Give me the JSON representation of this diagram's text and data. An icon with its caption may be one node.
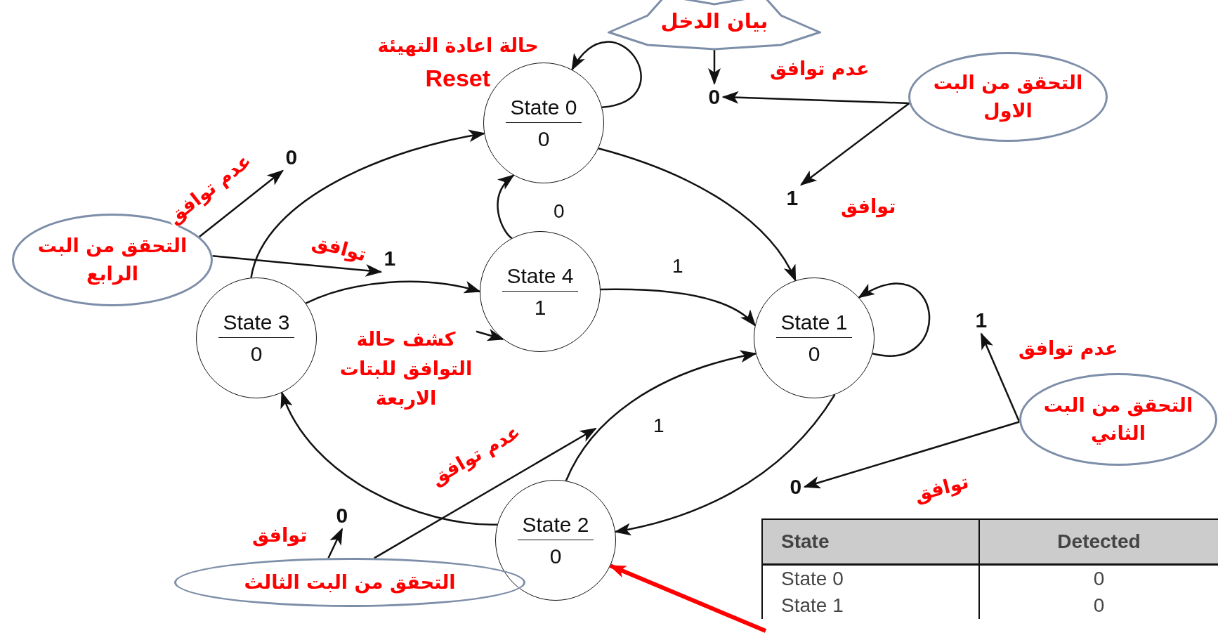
{
  "diagram": {
    "nodes": [
      {
        "text": [
          "بيان الدخل"
        ]
      },
      {
        "text": [
          "State 0",
          "0"
        ],
        "beside": [
          "حالة اعادة التهيئة",
          "Reset"
        ]
      },
      {
        "text": [
          "State 4",
          "1"
        ]
      },
      {
        "text": [
          "State 3",
          "0"
        ]
      },
      {
        "text": [
          "State 1",
          "0"
        ]
      },
      {
        "text": [
          "State 2",
          "0"
        ]
      },
      {
        "text": [
          "التحقق من البت الاول"
        ]
      },
      {
        "text": [
          "التحقق من البت الرابع"
        ]
      },
      {
        "text": [
          "التحقق من البت الثاني"
        ]
      },
      {
        "text": [
          "التحقق من البت الثالث"
        ]
      },
      {
        "text": [
          "0"
        ]
      },
      {
        "text": [
          "1"
        ]
      },
      {
        "text": [
          "0"
        ]
      },
      {
        "text": [
          "1"
        ]
      },
      {
        "text": [
          "كشف حالة التوافق للبتات الاربعة"
        ]
      },
      {
        "text": [
          "1"
        ]
      },
      {
        "text": [
          "0"
        ]
      },
      {
        "text": [
          "0"
        ]
      }
    ],
    "edges": [
      {
        "from": 1,
        "to": 1,
        "arrow": "to"
      },
      {
        "from": 1,
        "to": 4,
        "arrow": "to"
      },
      {
        "from": 3,
        "to": 1,
        "arrow": "to"
      },
      {
        "from": 2,
        "to": 1,
        "arrow": "to",
        "label": "0"
      },
      {
        "from": 3,
        "to": 2,
        "arrow": "to"
      },
      {
        "from": 2,
        "to": 4,
        "arrow": "to",
        "label": "1"
      },
      {
        "from": 4,
        "to": 4,
        "arrow": "to"
      },
      {
        "from": 4,
        "to": 5,
        "arrow": "to"
      },
      {
        "from": 5,
        "to": 3,
        "arrow": "to"
      },
      {
        "from": 5,
        "to": 4,
        "arrow": "to",
        "label": "1"
      },
      {
        "from": 0,
        "to": 10,
        "arrow": "to"
      },
      {
        "from": 6,
        "to": 10,
        "arrow": "to",
        "label": "عدم توافق"
      },
      {
        "from": 6,
        "to": 11,
        "arrow": "to",
        "label": "توافق"
      },
      {
        "from": 7,
        "to": 12,
        "arrow": "to",
        "label": "عدم توافق"
      },
      {
        "from": 7,
        "to": 13,
        "arrow": "to",
        "label": "توافق"
      },
      {
        "from": 8,
        "to": 15,
        "arrow": "to",
        "label": "عدم توافق"
      },
      {
        "from": 8,
        "to": 16,
        "arrow": "to",
        "label": "توافق"
      },
      {
        "from": 9,
        "to": 17,
        "arrow": "to",
        "label": "توافق"
      },
      {
        "from": 9,
        "to": null,
        "arrow": "to",
        "label": "عدم توافق"
      },
      {
        "from": 14,
        "to": 2,
        "arrow": "to"
      },
      {
        "from": null,
        "to": 5,
        "arrow": "to",
        "style": "thick",
        "color": "#ff0000"
      }
    ],
    "labels": [
      "State",
      "Detected",
      "State 0",
      "0",
      "State 1",
      "0"
    ]
  }
}
